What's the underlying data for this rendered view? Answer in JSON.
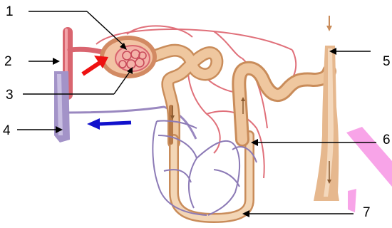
{
  "labels": [
    {
      "id": "1",
      "text": "1"
    },
    {
      "id": "2",
      "text": "2"
    },
    {
      "id": "3",
      "text": "3"
    },
    {
      "id": "4",
      "text": "4"
    },
    {
      "id": "5",
      "text": "5"
    },
    {
      "id": "6",
      "text": "6"
    },
    {
      "id": "7",
      "text": "7"
    }
  ],
  "colors": {
    "arrow_red": "#ee1111",
    "arrow_blue": "#1111cc",
    "pink_band": "#f8a4e8",
    "artery": "#e0707a",
    "vein": "#9a88c0",
    "tubule": "#e6b88e",
    "tubule_dark": "#c98c5a"
  }
}
